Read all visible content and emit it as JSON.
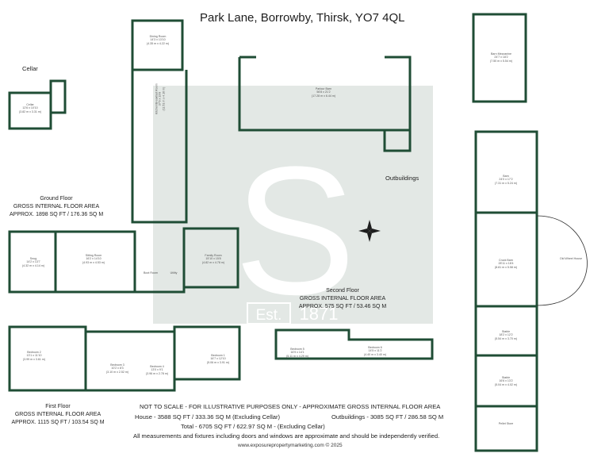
{
  "title": "Park Lane, Borrowby, Thirsk, YO7 4QL",
  "colors": {
    "wall": "#1f4d35",
    "watermark": "#e3e8e5",
    "watermark_text": "#ffffff"
  },
  "watermark": {
    "letter": "S",
    "badge": "Est.",
    "year": "1871"
  },
  "compass_icon": "compass-rose",
  "labels": {
    "cellar": "Cellar",
    "outbuildings": "Outbuildings",
    "first_floor": "First Floor",
    "ground_floor": "Ground Floor"
  },
  "ground_floor": {
    "l1": "GROSS INTERNAL FLOOR AREA",
    "l2": "APPROX. 1898 SQ FT / 176.36 SQ M"
  },
  "second_floor": {
    "l0": "Second Floor",
    "l1": "GROSS INTERNAL FLOOR AREA",
    "l2": "APPROX. 575 SQ FT / 53.46 SQ M"
  },
  "first_floor": {
    "l1": "GROSS INTERNAL FLOOR AREA",
    "l2": "APPROX. 1115 SQ FT / 103.54 SQ M"
  },
  "notes": {
    "scale": "NOT TO SCALE - FOR ILLUSTRATIVE PURPOSES ONLY - APPROXIMATE GROSS INTERNAL FLOOR AREA",
    "house": "House - 3588 SQ FT / 333.36 SQ M (Excluding Cellar)",
    "outbuildings": "Outbuildings - 3085 SQ FT / 286.58 SQ M",
    "total": "Total - 6705 SQ FT / 622.97 SQ M - (Excluding Cellar)",
    "disclaimer": "All measurements and fixtures including doors and windows are approximate and should be independently verified.",
    "credit": "www.exposurepropertymarketing.com © 2025"
  },
  "rooms": {
    "cellar": [
      "Cellar",
      "12'6 x 10'10",
      "(3.82 m x 3.31 m)"
    ],
    "dining": [
      "Dining Room",
      "14'3 x 13'10",
      "(4.35 m x 4.22 m)"
    ],
    "kitchen": [
      "Kitchen/Breakfast Room",
      "37'9 x 13'8",
      "(11.51 m x 4.16 m)"
    ],
    "snug": [
      "Snug",
      "14'2 x 13'7",
      "(4.32 m x 4.14 m)"
    ],
    "sitting": [
      "Sitting Room",
      "16'2 x 14'10",
      "(4.93 m x 4.53 m)"
    ],
    "family": [
      "Family Room",
      "15'10 x 15'8",
      "(4.82 m x 4.78 m)"
    ],
    "bootroom": [
      "Boot Room"
    ],
    "utility": [
      "Utility"
    ],
    "bed1": [
      "Bedroom 1",
      "16'7 x 12'10",
      "(5.06 m x 3.91 m)"
    ],
    "bed2": [
      "Bedroom 2",
      "13'1 x 11'10",
      "(3.99 m x 3.61 m)"
    ],
    "bed3": [
      "Bedroom 3",
      "10'2 x 8'3",
      "(3.10 m x 2.52 m)"
    ],
    "bed4": [
      "Bedroom 4",
      "13'0 x 9'1",
      "(3.96 m x 2.78 m)"
    ],
    "bed5": [
      "Bedroom 5",
      "16'9 x 14'1",
      "(5.11 m x 4.29 m)"
    ],
    "bed6": [
      "Bedroom 6",
      "14'5 x 11'2",
      "(4.40 m x 3.40 m)"
    ],
    "parlour": [
      "Parlour Barn",
      "56'8 x 21'2",
      "(17.28 m x 6.44 m)"
    ],
    "barn": [
      "Barn",
      "24'0 x 17'2",
      "(7.31 m x 5.24 m)"
    ],
    "granary": [
      "Barn Mezzanine",
      "24'7 x 18'2",
      "(7.50 m x 5.54 m)"
    ],
    "cruck": [
      "Cruck Barn",
      "28'11 x 18'4",
      "(8.81 m x 5.58 m)"
    ],
    "stable1": [
      "Stable",
      "18'2 x 12'2",
      "(5.54 m x 3.70 m)"
    ],
    "stable2": [
      "Stable",
      "16'6 x 13'2",
      "(5.04 m x 4.02 m)"
    ],
    "hollow": [
      "Pellet Store"
    ],
    "wheel": [
      "Old Wheel House"
    ]
  }
}
